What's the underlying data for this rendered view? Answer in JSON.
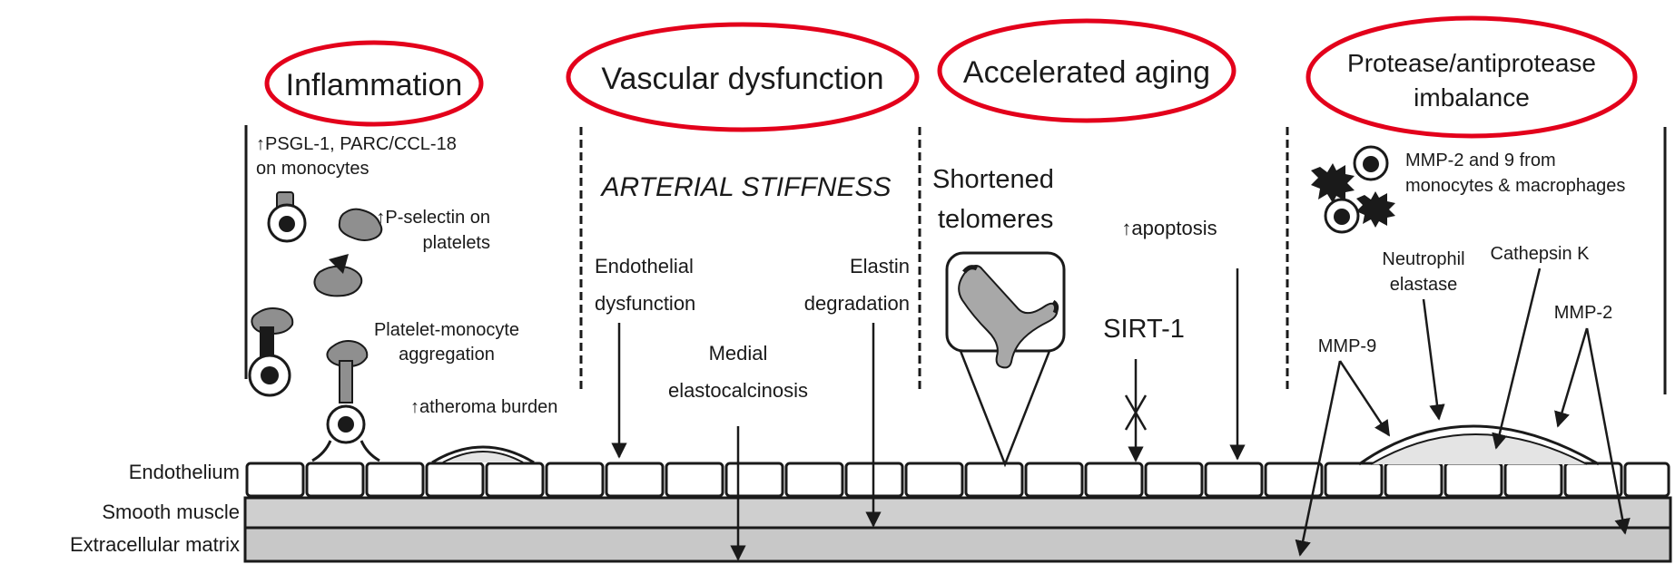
{
  "colors": {
    "oval_outline": "#e3001b",
    "smooth_muscle": "#cfcfcf",
    "ecm": "#c8c8c8",
    "cell_grey": "#8f8f8f",
    "ink": "#1a1a1a"
  },
  "categories": {
    "inflammation": "Inflammation",
    "vascular": "Vascular dysfunction",
    "aging": "Accelerated aging",
    "protease_line1": "Protease/antiprotease",
    "protease_line2": "imbalance"
  },
  "layers": {
    "endothelium": "Endothelium",
    "smooth_muscle": "Smooth muscle",
    "ecm": "Extracellular matrix"
  },
  "inflammation": {
    "psgl_line1": "↑PSGL-1, PARC/CCL-18",
    "psgl_line2": "on monocytes",
    "pselectin_line1": "↑P-selectin on",
    "pselectin_line2": "platelets",
    "aggregation_line1": "Platelet-monocyte",
    "aggregation_line2": "aggregation",
    "atheroma": "↑atheroma burden"
  },
  "vascular": {
    "arterial_stiffness": "ARTERIAL STIFFNESS",
    "endothelial_line1": "Endothelial",
    "endothelial_line2": "dysfunction",
    "elastin_line1": "Elastin",
    "elastin_line2": "degradation",
    "medial_line1": "Medial",
    "medial_line2": "elastocalcinosis"
  },
  "aging": {
    "telomeres_line1": "Shortened",
    "telomeres_line2": "telomeres",
    "apoptosis": "↑apoptosis",
    "sirt1": "SIRT-1"
  },
  "protease": {
    "mmp_source_line1": "MMP-2 and 9 from",
    "mmp_source_line2": "monocytes & macrophages",
    "neutrophil_line1": "Neutrophil",
    "neutrophil_line2": "elastase",
    "cathepsin": "Cathepsin K",
    "mmp9": "MMP-9",
    "mmp2": "MMP-2"
  }
}
